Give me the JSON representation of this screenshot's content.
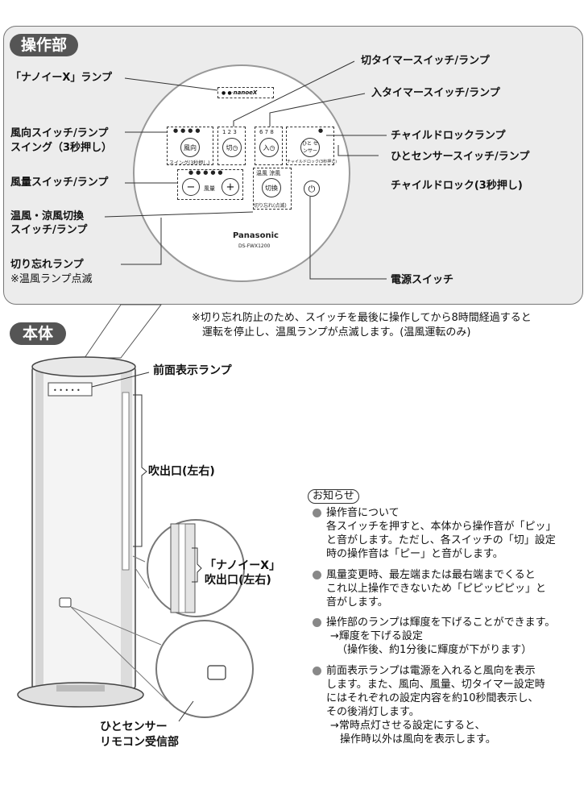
{
  "panel": {
    "title": "操作部",
    "labels": {
      "nanoe_lamp": "「ナノイーX」ランプ",
      "off_timer": "切タイマースイッチ/ランプ",
      "on_timer": "入タイマースイッチ/ランプ",
      "direction_1": "風向スイッチ/ランプ",
      "direction_2": "スイング（3秒押し）",
      "child_lock_lamp": "チャイルドロックランプ",
      "human_sensor": "ひとセンサースイッチ/ランプ",
      "volume": "風量スイッチ/ランプ",
      "child_lock": "チャイルドロック(3秒押し)",
      "warm_cool_1": "温風・涼風切換",
      "warm_cool_2": "スイッチ/ランプ",
      "forget_1": "切り忘れランプ",
      "forget_2": "※温風ランプ点滅",
      "power": "電源スイッチ"
    },
    "control": {
      "nanoe_text": "nanoeX",
      "btn_direction": "風向",
      "swing_text": "スイング(3秒押し)",
      "off_timer_digits": "1 2 3",
      "btn_off": "切",
      "on_timer_digits": "6 7 8",
      "btn_on": "入",
      "btn_sensor": "ひと センサー",
      "child_lock_text": "チャイルドロック(3秒押し)",
      "minus": "−",
      "volume_text": "風量",
      "plus": "+",
      "warm_cool_top": "温風 涼風",
      "btn_switch": "切換",
      "forget_text": "切り忘れ(点滅)",
      "brand": "Panasonic",
      "model": "DS-FWX1200"
    }
  },
  "footnote": {
    "line1": "※切り忘れ防止のため、スイッチを最後に操作してから8時間経過すると",
    "line2": "運転を停止し、温風ランプが点滅します。(温風運転のみ)"
  },
  "body_section": {
    "title": "本体",
    "front_lamp": "前面表示ランプ",
    "outlet": "吹出口(左右)",
    "nanoe_outlet_1": "「ナノイーX」",
    "nanoe_outlet_2": "吹出口(左右)",
    "sensor_1": "ひとセンサー",
    "sensor_2": "リモコン受信部"
  },
  "info": {
    "title": "お知らせ",
    "items": [
      {
        "lines": [
          "操作音について",
          "各スイッチを押すと、本体から操作音が「ピッ」",
          "と音がします。ただし、各スイッチの「切」設定",
          "時の操作音は「ピー」と音がします。"
        ]
      },
      {
        "lines": [
          "風量変更時、最左端または最右端までくると",
          "これ以上操作できないため「ピピッピピッ」と",
          "音がします。"
        ]
      },
      {
        "lines": [
          "操作部のランプは輝度を下げることができます。",
          "→輝度を下げる設定",
          "（操作後、約1分後に輝度が下がります）"
        ]
      },
      {
        "lines": [
          "前面表示ランプは電源を入れると風向を表示",
          "します。また、風向、風量、切タイマー設定時",
          "にはそれぞれの設定内容を約10秒間表示し、",
          "その後消灯します。",
          "→常時点灯させる設定にすると、",
          "操作時以外は風向を表示します。"
        ]
      }
    ]
  }
}
